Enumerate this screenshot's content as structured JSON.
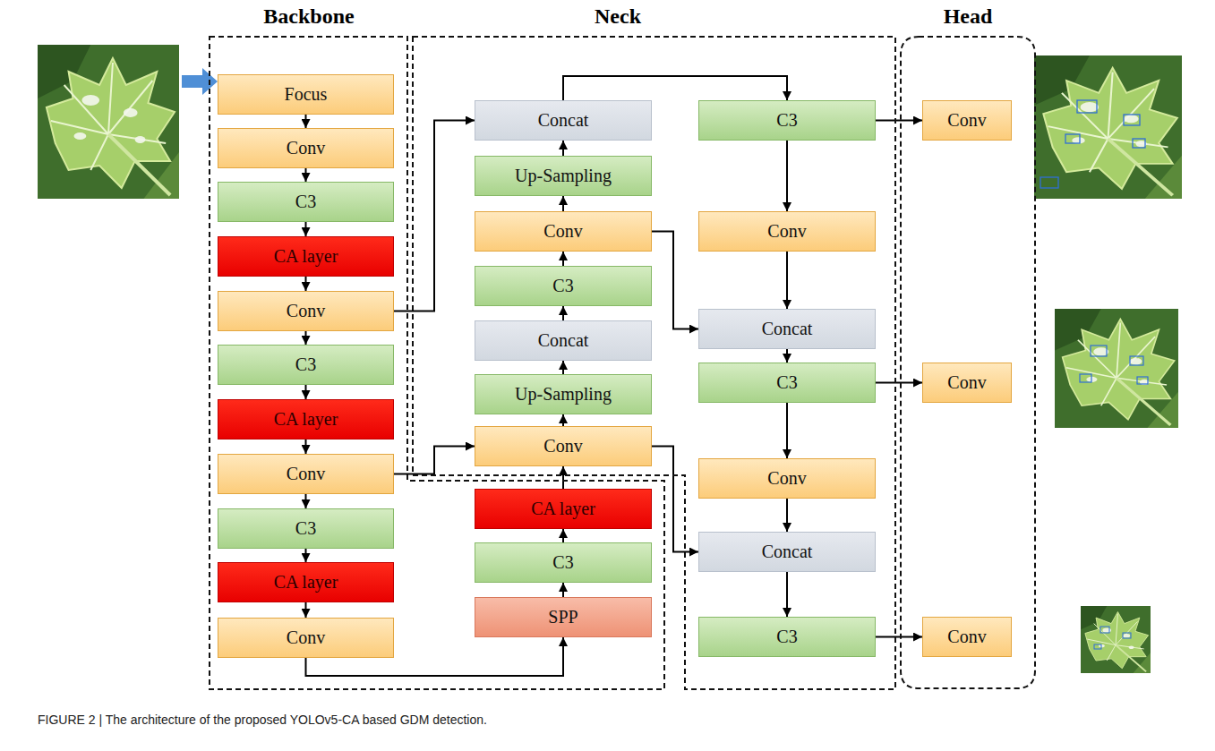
{
  "diagram": {
    "caption": "FIGURE 2 | The architecture of the proposed YOLOv5-CA based GDM detection.",
    "nodes": [
      {
        "text": [
          "Backbone"
        ]
      },
      {
        "text": [
          "Focus"
        ],
        "in": 0
      },
      {
        "text": [
          "Conv"
        ],
        "in": 0
      },
      {
        "text": [
          "C3"
        ],
        "in": 0
      },
      {
        "text": [
          "CA layer"
        ],
        "in": 0
      },
      {
        "text": [
          "Conv"
        ],
        "in": 0
      },
      {
        "text": [
          "C3"
        ],
        "in": 0
      },
      {
        "text": [
          "CA layer"
        ],
        "in": 0
      },
      {
        "text": [
          "Conv"
        ],
        "in": 0
      },
      {
        "text": [
          "C3"
        ],
        "in": 0
      },
      {
        "text": [
          "CA layer"
        ],
        "in": 0
      },
      {
        "text": [
          "Conv"
        ],
        "in": 0
      },
      {
        "text": [
          "SPP"
        ],
        "in": 0
      },
      {
        "text": [
          "C3"
        ],
        "in": 0
      },
      {
        "text": [
          "CA layer"
        ],
        "in": 0
      },
      {
        "text": [
          "Neck"
        ]
      },
      {
        "text": [
          "Concat"
        ],
        "in": 15
      },
      {
        "text": [
          "Up-Sampling"
        ],
        "in": 15
      },
      {
        "text": [
          "Conv"
        ],
        "in": 15
      },
      {
        "text": [
          "C3"
        ],
        "in": 15
      },
      {
        "text": [
          "Concat"
        ],
        "in": 15
      },
      {
        "text": [
          "Up-Sampling"
        ],
        "in": 15
      },
      {
        "text": [
          "Conv"
        ],
        "in": 15
      },
      {
        "text": [
          "C3"
        ],
        "in": 15
      },
      {
        "text": [
          "Conv"
        ],
        "in": 15
      },
      {
        "text": [
          "Concat"
        ],
        "in": 15
      },
      {
        "text": [
          "C3"
        ],
        "in": 15
      },
      {
        "text": [
          "Conv"
        ],
        "in": 15
      },
      {
        "text": [
          "Concat"
        ],
        "in": 15
      },
      {
        "text": [
          "C3"
        ],
        "in": 15
      },
      {
        "text": [
          "Head"
        ]
      },
      {
        "text": [
          "Conv"
        ],
        "in": 30
      },
      {
        "text": [
          "Conv"
        ],
        "in": 30
      },
      {
        "text": [
          "Conv"
        ],
        "in": 30
      }
    ],
    "edges": [
      {
        "from": 1,
        "to": 2,
        "arrow": "to"
      },
      {
        "from": 2,
        "to": 3,
        "arrow": "to"
      },
      {
        "from": 3,
        "to": 4,
        "arrow": "to"
      },
      {
        "from": 4,
        "to": 5,
        "arrow": "to"
      },
      {
        "from": 5,
        "to": 6,
        "arrow": "to"
      },
      {
        "from": 6,
        "to": 7,
        "arrow": "to"
      },
      {
        "from": 7,
        "to": 8,
        "arrow": "to"
      },
      {
        "from": 8,
        "to": 9,
        "arrow": "to"
      },
      {
        "from": 9,
        "to": 10,
        "arrow": "to"
      },
      {
        "from": 10,
        "to": 11,
        "arrow": "to"
      },
      {
        "from": 11,
        "to": 12,
        "arrow": "to"
      },
      {
        "from": 12,
        "to": 13,
        "arrow": "to"
      },
      {
        "from": 13,
        "to": 14,
        "arrow": "to"
      },
      {
        "from": 14,
        "to": 22,
        "arrow": "to"
      },
      {
        "from": 22,
        "to": 21,
        "arrow": "to"
      },
      {
        "from": 21,
        "to": 20,
        "arrow": "to"
      },
      {
        "from": 20,
        "to": 19,
        "arrow": "to"
      },
      {
        "from": 19,
        "to": 18,
        "arrow": "to"
      },
      {
        "from": 18,
        "to": 17,
        "arrow": "to"
      },
      {
        "from": 17,
        "to": 16,
        "arrow": "to"
      },
      {
        "from": 16,
        "to": 23,
        "arrow": "to"
      },
      {
        "from": 23,
        "to": 24,
        "arrow": "to"
      },
      {
        "from": 24,
        "to": 25,
        "arrow": "to"
      },
      {
        "from": 25,
        "to": 26,
        "arrow": "to"
      },
      {
        "from": 26,
        "to": 27,
        "arrow": "to"
      },
      {
        "from": 27,
        "to": 28,
        "arrow": "to"
      },
      {
        "from": 28,
        "to": 29,
        "arrow": "to"
      },
      {
        "from": 5,
        "to": 16,
        "arrow": "to"
      },
      {
        "from": 8,
        "to": 22,
        "arrow": "to"
      },
      {
        "from": 18,
        "to": 25,
        "arrow": "to"
      },
      {
        "from": 22,
        "to": 28,
        "arrow": "to"
      },
      {
        "from": 23,
        "to": 31,
        "arrow": "to"
      },
      {
        "from": 26,
        "to": 32,
        "arrow": "to"
      },
      {
        "from": 29,
        "to": 33,
        "arrow": "to"
      }
    ]
  }
}
